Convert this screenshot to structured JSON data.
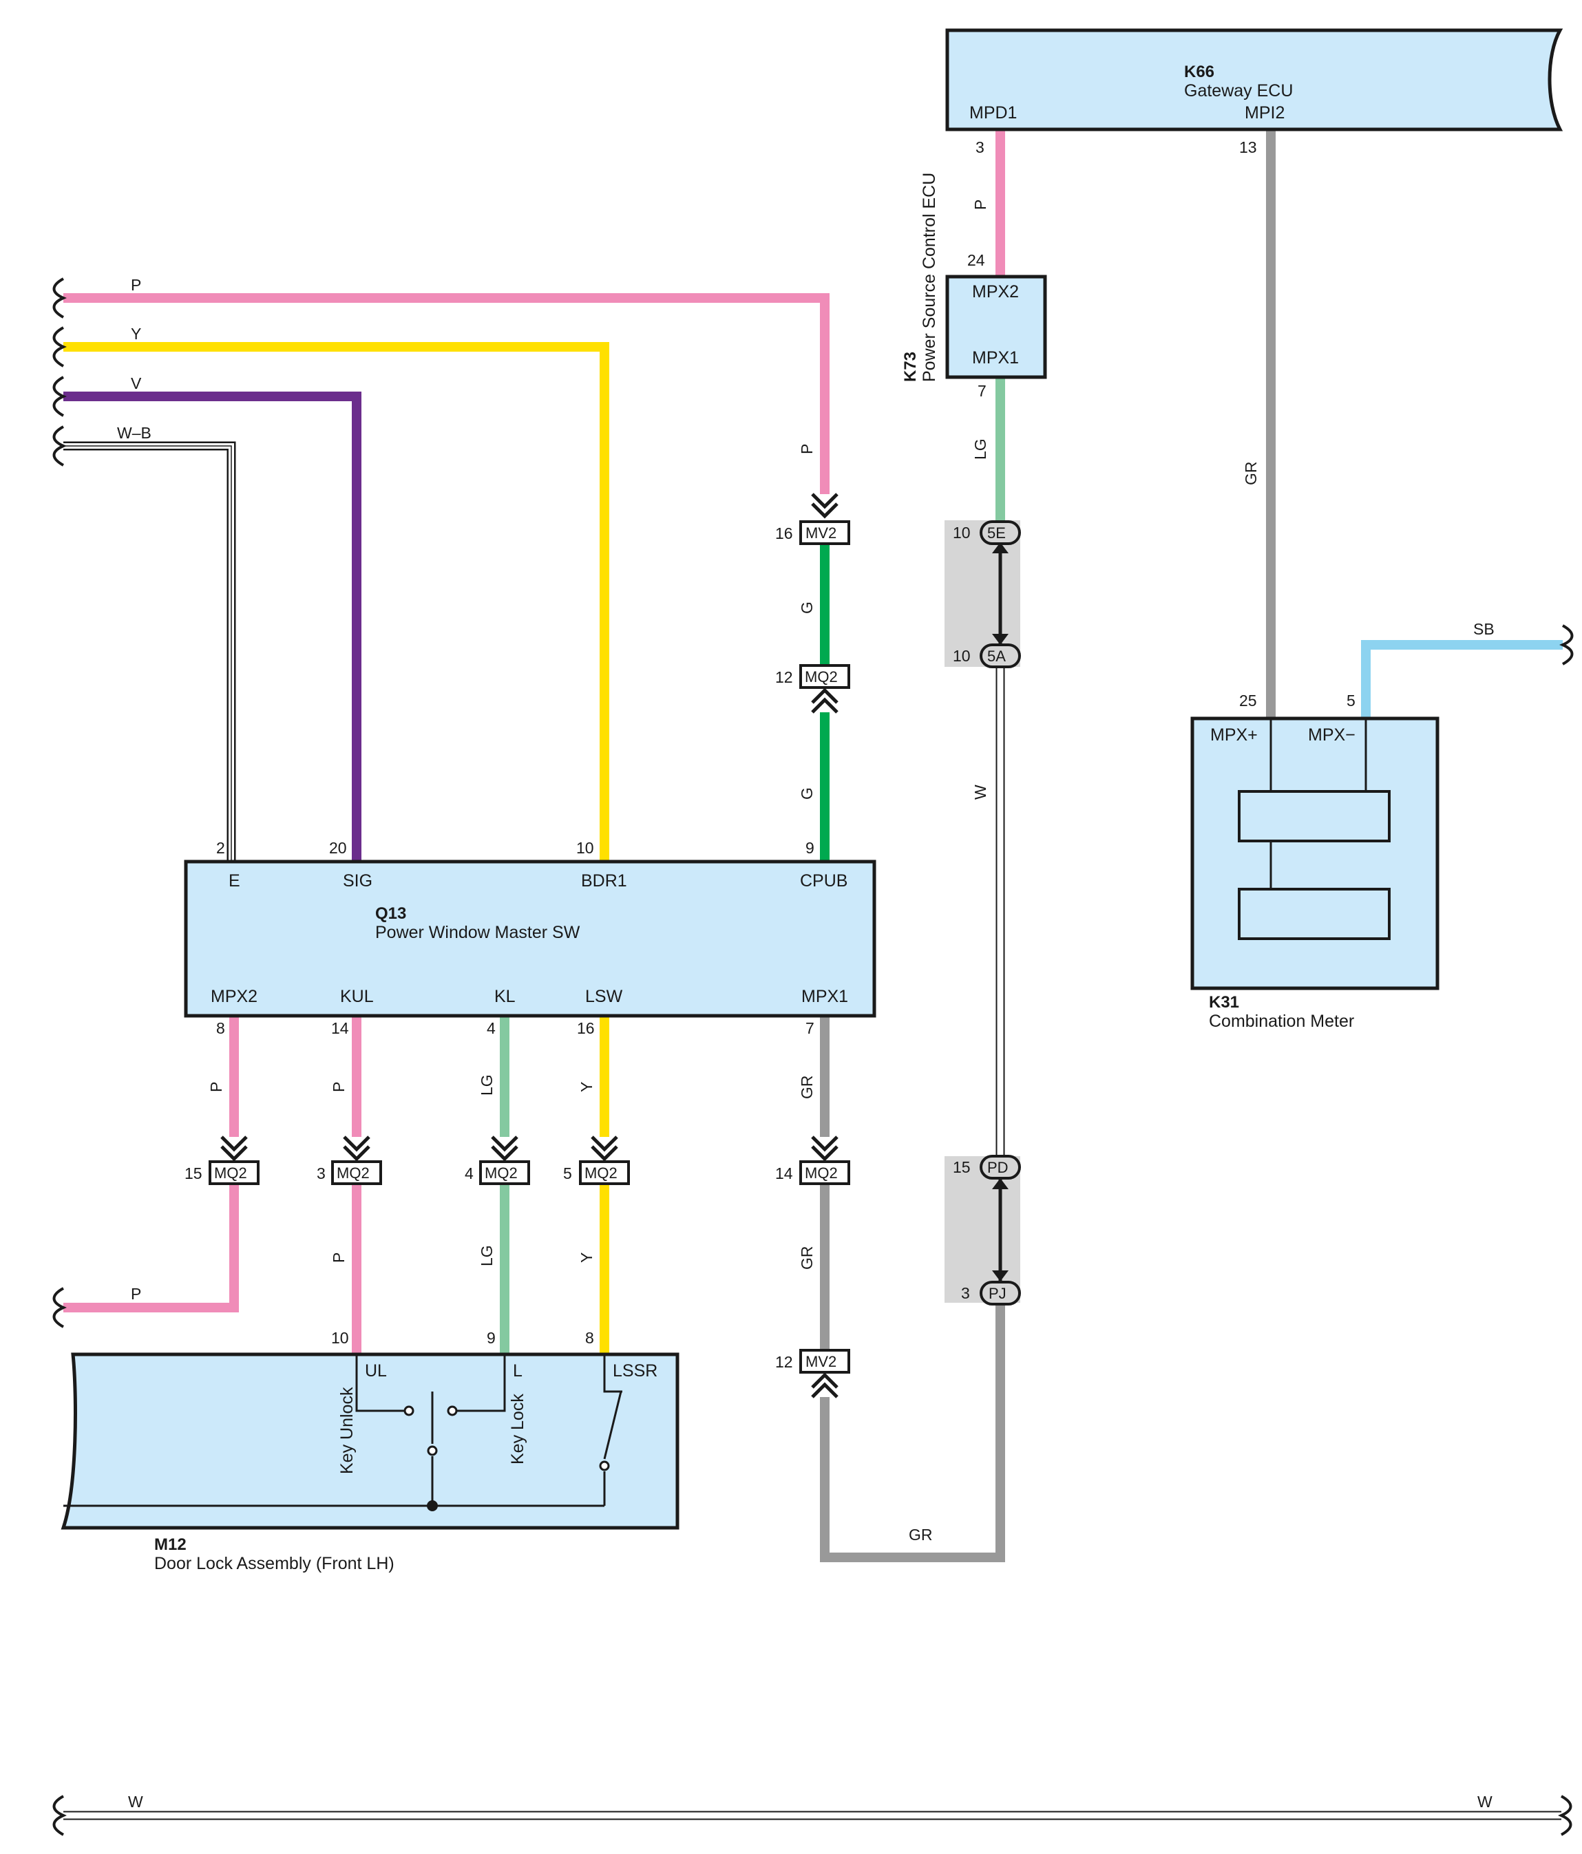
{
  "colors": {
    "P": "#f08cb8",
    "Y": "#ffe000",
    "V": "#6b2d8c",
    "G": "#00a94f",
    "LG": "#84c9a0",
    "GR": "#999999",
    "SB": "#8dd3f0",
    "component_fill": "#cce9fa",
    "junction_fill": "#d6d6d6"
  },
  "components": {
    "gateway": {
      "id": "K66",
      "name": "Gateway ECU",
      "pin_mpd1": "MPD1",
      "pin_mpi2": "MPI2"
    },
    "power_source": {
      "id": "K73",
      "name": "Power Source Control ECU",
      "pin_mpx2": "MPX2",
      "pin_mpx1": "MPX1"
    },
    "pw_master": {
      "id": "Q13",
      "name": "Power Window Master SW",
      "pins_top": {
        "e": "E",
        "sig": "SIG",
        "bdr1": "BDR1",
        "cpub": "CPUB"
      },
      "pins_bottom": {
        "mpx2": "MPX2",
        "kul": "KUL",
        "kl": "KL",
        "lsw": "LSW",
        "mpx1": "MPX1"
      }
    },
    "door_lock": {
      "id": "M12",
      "name": "Door Lock Assembly (Front LH)",
      "pin_ul": "UL",
      "pin_l": "L",
      "pin_lssr": "LSSR",
      "switch_unlock": "Key Unlock",
      "switch_lock": "Key Lock"
    },
    "combination_meter": {
      "id": "K31",
      "name": "Combination Meter",
      "pin_plus": "MPX+",
      "pin_minus": "MPX−"
    }
  },
  "wire_labels": {
    "p_top": "P",
    "y_top": "Y",
    "v_top": "V",
    "wb_top": "W–B",
    "cpub_upper": "P",
    "cpub_mid": "G",
    "cpub_lower": "G",
    "mpd1": "P",
    "k73_down": "LG",
    "junction_link": "W",
    "mpi2": "GR",
    "sb": "SB",
    "mpx2_upper": "P",
    "mpx2_left": "P",
    "kul_upper": "P",
    "kul_lower": "P",
    "kl_upper": "LG",
    "kl_lower": "LG",
    "lsw_upper": "Y",
    "lsw_lower": "Y",
    "mpx1_upper": "GR",
    "mpx1_lower": "GR",
    "bottom_loop": "GR",
    "bottom_left": "W",
    "bottom_right": "W"
  },
  "pin_numbers": {
    "q13_e": "2",
    "q13_sig": "20",
    "q13_bdr1": "10",
    "q13_cpub": "9",
    "q13_mpx2": "8",
    "q13_kul": "14",
    "q13_kl": "4",
    "q13_lsw": "16",
    "q13_mpx1": "7",
    "k66_mpd1": "3",
    "k66_mpi2": "13",
    "k73_mpx2": "24",
    "k73_mpx1": "7",
    "j5e": "10",
    "j5a": "10",
    "jpd": "15",
    "jpj": "3",
    "mv2_top": "16",
    "mq2_cpub": "12",
    "mq2_mpx2": "15",
    "mq2_kul": "3",
    "mq2_kl": "4",
    "mq2_lsw": "5",
    "mq2_mpx1": "14",
    "mv2_bottom": "12",
    "m12_ul": "10",
    "m12_l": "9",
    "m12_lssr": "8",
    "k31_plus": "25",
    "k31_minus": "5"
  },
  "connectors": {
    "mv2_top": "MV2",
    "mq2_cpub": "MQ2",
    "mq2_mpx2": "MQ2",
    "mq2_kul": "MQ2",
    "mq2_kl": "MQ2",
    "mq2_lsw": "MQ2",
    "mq2_mpx1": "MQ2",
    "mv2_bottom": "MV2",
    "j5e": "5E",
    "j5a": "5A",
    "jpd": "PD",
    "jpj": "PJ"
  }
}
